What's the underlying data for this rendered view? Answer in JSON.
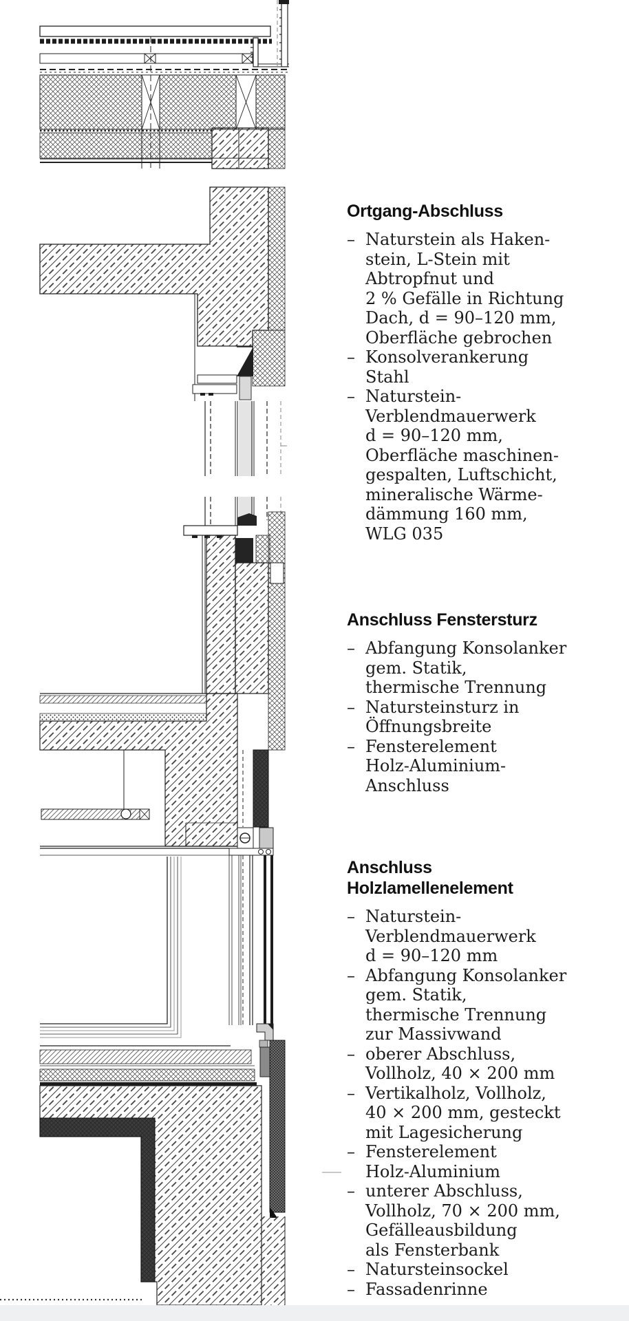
{
  "figure": {
    "kind": "architectural-section-detail",
    "subject": "Vertical facade section: roof edge, window lintel and wood lamella element with natural stone veneer",
    "pattern_legend": {
      "concrete-hatch": "diagonal-hatch-with-dashes",
      "insulation-hatch": "cross-hatch-diamond",
      "screed-hatch": "fine-diagonal-hatch",
      "impact-insulation": "dot-band",
      "stone-sockel": "dark-stipple",
      "sealing-band": "dark-weave"
    },
    "colors": {
      "line": "#222222",
      "dark_fill": "#242424",
      "frame_gray": "#d9d9d9",
      "bracket_gray": "#8a8a8a",
      "bottom_strip": "#eef0f2"
    }
  },
  "annotations": {
    "blocks": [
      {
        "heading": "Ortgang-Abschluss",
        "lines": [
          {
            "b": "–",
            "t": "Naturstein als Haken-"
          },
          {
            "b": "",
            "t": "stein, L-Stein mit"
          },
          {
            "b": "",
            "t": "Abtropfnut und"
          },
          {
            "b": "",
            "t": "2 % Gefälle in Richtung"
          },
          {
            "b": "",
            "t": "Dach, d = 90–120 mm,"
          },
          {
            "b": "",
            "t": "Oberfläche gebrochen"
          },
          {
            "b": "–",
            "t": "Konsolverankerung"
          },
          {
            "b": "",
            "t": "Stahl"
          },
          {
            "b": "–",
            "t": "Naturstein-"
          },
          {
            "b": "",
            "t": "Verblendmauerwerk"
          },
          {
            "b": "",
            "t": "d = 90–120 mm,"
          },
          {
            "b": "",
            "t": "Oberfläche maschinen-"
          },
          {
            "b": "",
            "t": "gespalten, Luftschicht,"
          },
          {
            "b": "",
            "t": "mineralische Wärme-"
          },
          {
            "b": "",
            "t": "dämmung 160 mm,"
          },
          {
            "b": "",
            "t": "WLG 035"
          }
        ]
      },
      {
        "heading": "Anschluss Fenstersturz",
        "lines": [
          {
            "b": "–",
            "t": "Abfangung Konsolanker"
          },
          {
            "b": "",
            "t": "gem. Statik,"
          },
          {
            "b": "",
            "t": "thermische Trennung"
          },
          {
            "b": "–",
            "t": "Natursteinsturz in"
          },
          {
            "b": "",
            "t": "Öffnungsbreite"
          },
          {
            "b": "–",
            "t": "Fensterelement"
          },
          {
            "b": "",
            "t": "Holz-Aluminium-"
          },
          {
            "b": "",
            "t": "Anschluss"
          }
        ]
      },
      {
        "heading": "Anschluss\nHolzlamellenelement",
        "lines": [
          {
            "b": "–",
            "t": "Naturstein-"
          },
          {
            "b": "",
            "t": "Verblendmauerwerk"
          },
          {
            "b": "",
            "t": "d = 90–120 mm"
          },
          {
            "b": "–",
            "t": "Abfangung Konsolanker"
          },
          {
            "b": "",
            "t": "gem. Statik,"
          },
          {
            "b": "",
            "t": "thermische Trennung"
          },
          {
            "b": "",
            "t": "zur Massivwand"
          },
          {
            "b": "–",
            "t": "oberer Abschluss,"
          },
          {
            "b": "",
            "t": "Vollholz, 40 × 200 mm"
          },
          {
            "b": "–",
            "t": "Vertikalholz, Vollholz,"
          },
          {
            "b": "",
            "t": "40 × 200 mm, gesteckt"
          },
          {
            "b": "",
            "t": "mit Lagesicherung"
          },
          {
            "b": "–",
            "t": "Fensterelement"
          },
          {
            "b": "",
            "t": "Holz-Aluminium"
          },
          {
            "b": "–",
            "t": "unterer Abschluss,"
          },
          {
            "b": "",
            "t": "Vollholz, 70 × 200 mm,"
          },
          {
            "b": "",
            "t": "Gefälleausbildung"
          },
          {
            "b": "",
            "t": "als Fensterbank"
          },
          {
            "b": "–",
            "t": "Natursteinsockel"
          },
          {
            "b": "–",
            "t": "Fassadenrinne"
          }
        ]
      }
    ]
  }
}
